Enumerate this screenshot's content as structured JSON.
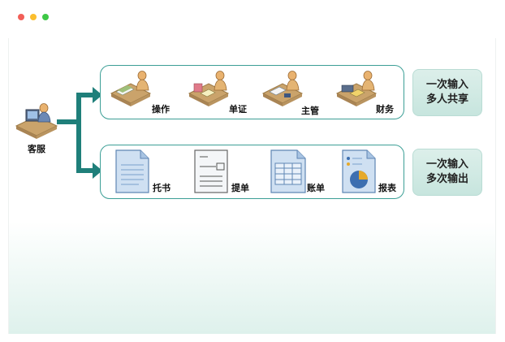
{
  "window": {
    "controls": [
      "close",
      "minimize",
      "maximize"
    ]
  },
  "diagram": {
    "source": {
      "label": "客服",
      "icon": "person-computer-icon"
    },
    "top_row": {
      "items": [
        {
          "label": "操作",
          "icon": "worker-desk-icon"
        },
        {
          "label": "单证",
          "icon": "worker-desk-icon"
        },
        {
          "label": "主管",
          "icon": "worker-desk-icon"
        },
        {
          "label": "财务",
          "icon": "worker-calculator-icon"
        }
      ],
      "badge_line1": "一次输入",
      "badge_line2": "多人共享"
    },
    "bottom_row": {
      "items": [
        {
          "label": "托书",
          "icon": "document-icon"
        },
        {
          "label": "提单",
          "icon": "form-document-icon"
        },
        {
          "label": "账单",
          "icon": "table-document-icon"
        },
        {
          "label": "报表",
          "icon": "report-chart-icon"
        }
      ],
      "badge_line1": "一次输入",
      "badge_line2": "多次输出"
    },
    "colors": {
      "arrow": "#1f7f7a",
      "panel_border": "#3c9f96",
      "badge_bg": "#cfe8e2",
      "person_skin": "#e9b26f",
      "desk": "#caa36b",
      "document": "#8fb6de"
    }
  }
}
